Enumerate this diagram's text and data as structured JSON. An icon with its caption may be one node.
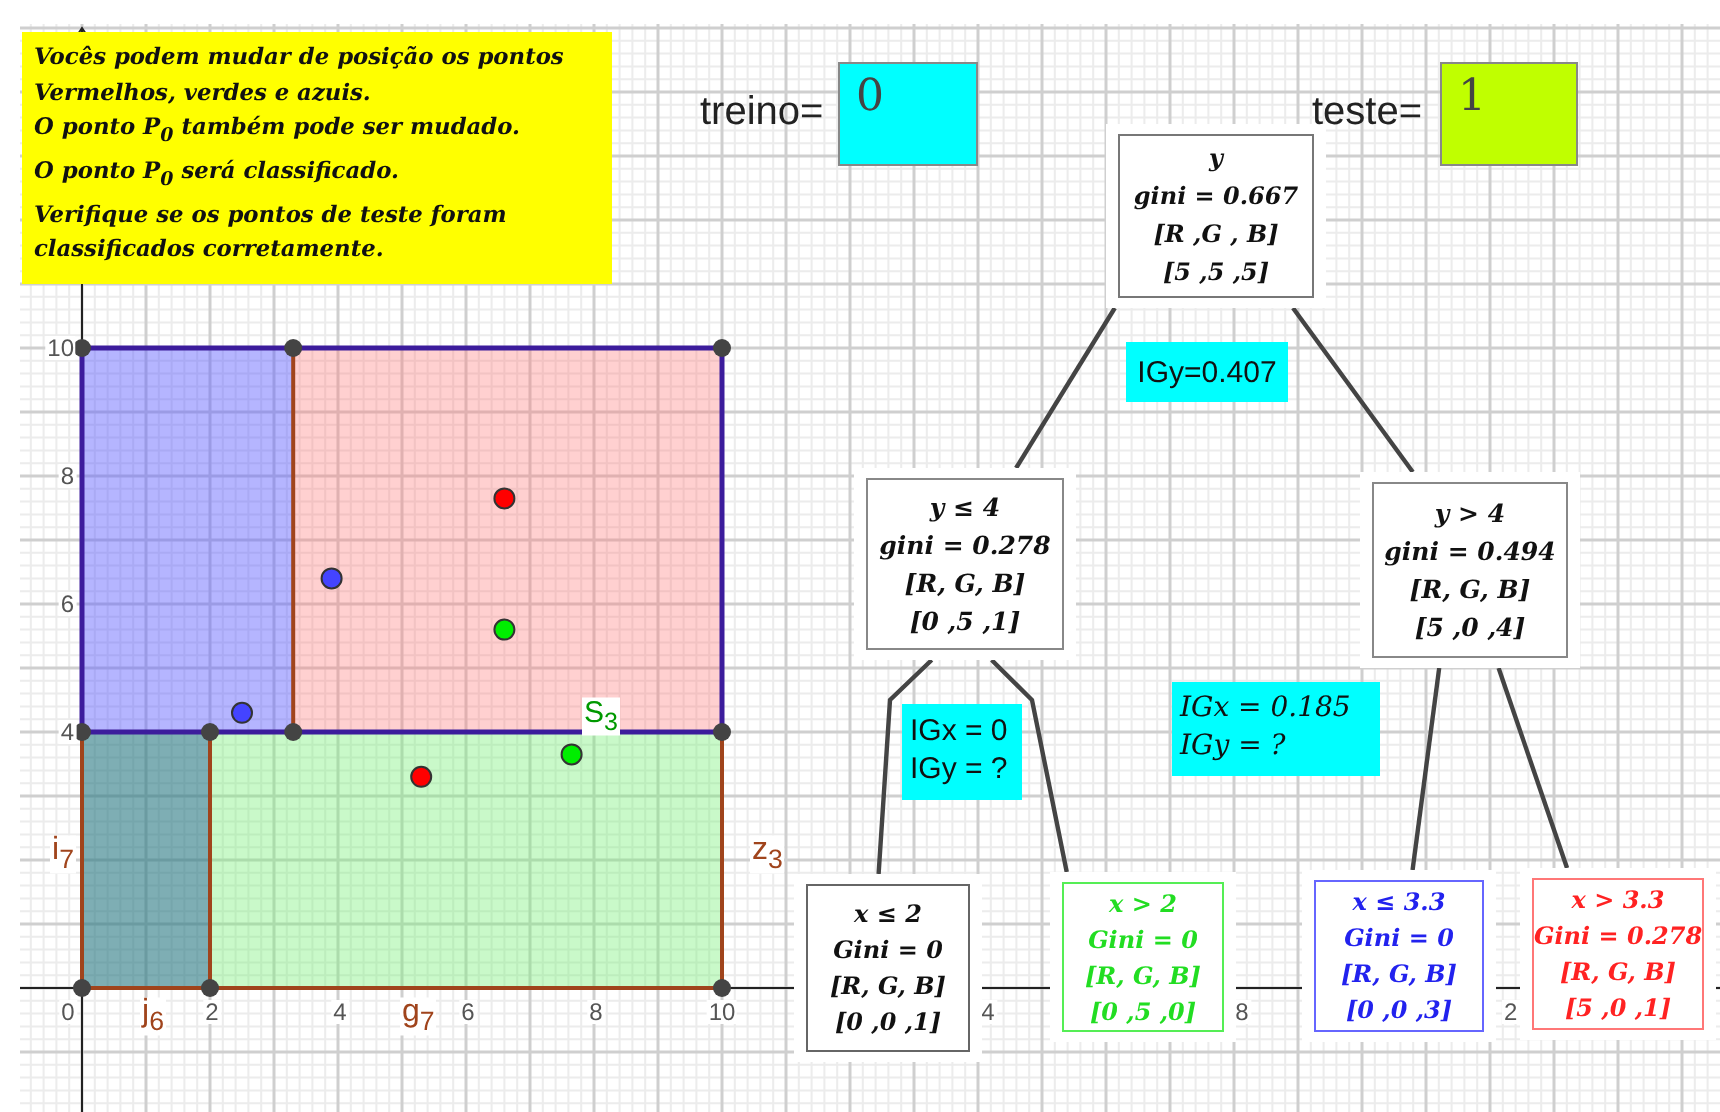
{
  "diagram": {
    "nodes": [
      {
        "text": [
          "Vocês podem mudar de posição os pontos Vermelhos, verdes e azuis.",
          "O ponto P$_{0}$ também pode ser mudado.",
          "O ponto P$_{0}$ será classificado.",
          "Verifique se os pontos de teste foram classificados corretamente."
        ]
      },
      {
        "text": [
          "0"
        ],
        "beside": [
          "treino="
        ]
      },
      {
        "text": [
          "y",
          "gini = 0.667",
          "[R ,G , B]",
          "[5  ,5  ,5]"
        ]
      },
      {
        "text": [
          "1"
        ],
        "beside": [
          "teste="
        ]
      },
      {
        "text": [
          "IGy=0.407"
        ]
      },
      {
        "text": [
          "y ≤ 4",
          "gini = 0.278",
          "[R, G, B]",
          "[0  ,5  ,1]"
        ]
      },
      {
        "text": [
          "y > 4",
          "gini = 0.494",
          "[R, G, B]",
          "[5  ,0  ,4]"
        ]
      },
      {
        "text": [
          "IGx = 0",
          "IGy = ?"
        ]
      },
      {
        "text": [
          "IGx = 0.185",
          "IGy = ?"
        ]
      },
      {
        "text": [
          "x ≤ 2",
          "Gini = 0",
          "[R, G, B]",
          "[0  ,0  ,1]"
        ]
      },
      {
        "text": [
          "x > 2",
          "Gini = 0",
          "[R, G, B]",
          "[0  ,5  ,0]"
        ]
      },
      {
        "text": [
          "x ≤ 3.3",
          "Gini = 0",
          "[R, G, B]",
          "[0  ,0  ,3]"
        ]
      },
      {
        "text": [
          "x > 3.3",
          "Gini = 0.278",
          "[R, G, B]",
          "[5  ,0  ,1]"
        ]
      }
    ],
    "edges": [
      {
        "from": 2,
        "to": 5,
        "arrow": "none"
      },
      {
        "from": 2,
        "to": 6,
        "arrow": "none"
      },
      {
        "from": 5,
        "to": 9,
        "arrow": "none"
      },
      {
        "from": 5,
        "to": 10,
        "arrow": "none"
      },
      {
        "from": 6,
        "to": 11,
        "arrow": "none"
      },
      {
        "from": 6,
        "to": 12,
        "arrow": "none"
      }
    ],
    "labels": [
      "10",
      "8",
      "6",
      "S$_{3}$",
      "4",
      "i$_{7}$",
      "z$_{3}$",
      "0",
      "j$_{6}$",
      "2",
      "4",
      "g$_{7}$",
      "6",
      "8",
      "10",
      "4",
      "8",
      "2"
    ]
  }
}
